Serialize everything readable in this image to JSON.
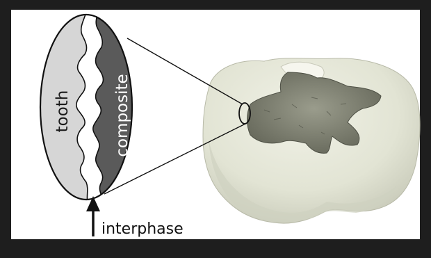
{
  "labels": {
    "tooth": "tooth",
    "composite": "composite",
    "interphase": "interphase"
  },
  "colors": {
    "frame": "#1e1e1e",
    "panel": "#ffffff",
    "tooth_region": "#d6d6d6",
    "composite_region": "#5a5a5a",
    "interphase_gap": "#ffffff",
    "outline": "#111111",
    "molar": "#e4e6d8",
    "filling": "#7d7f70"
  },
  "icons": {
    "pointer": "up-arrow-icon"
  }
}
